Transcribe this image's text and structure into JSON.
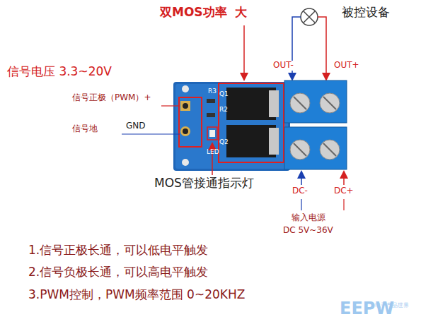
{
  "diagram": {
    "labels": [
      "双MOS功率  大",
      "被控设备",
      "OUT-",
      "OUT+",
      "信号电压 3.3~20V",
      "信号正极（PWM）+",
      "信号地",
      "GND",
      "R3",
      "R2",
      "Q1",
      "Q2",
      "LED",
      "MOS管接通指示灯",
      "DC-",
      "DC+",
      "输入电源",
      "DC 5V~36V",
      "1.信号正极长通，可以低电平触发",
      "2.信号负极长通，可以高电平触发",
      "3.PWM控制，PWM频率范围 0~20KHZ",
      "EEPW",
      "电子产品世界"
    ]
  }
}
